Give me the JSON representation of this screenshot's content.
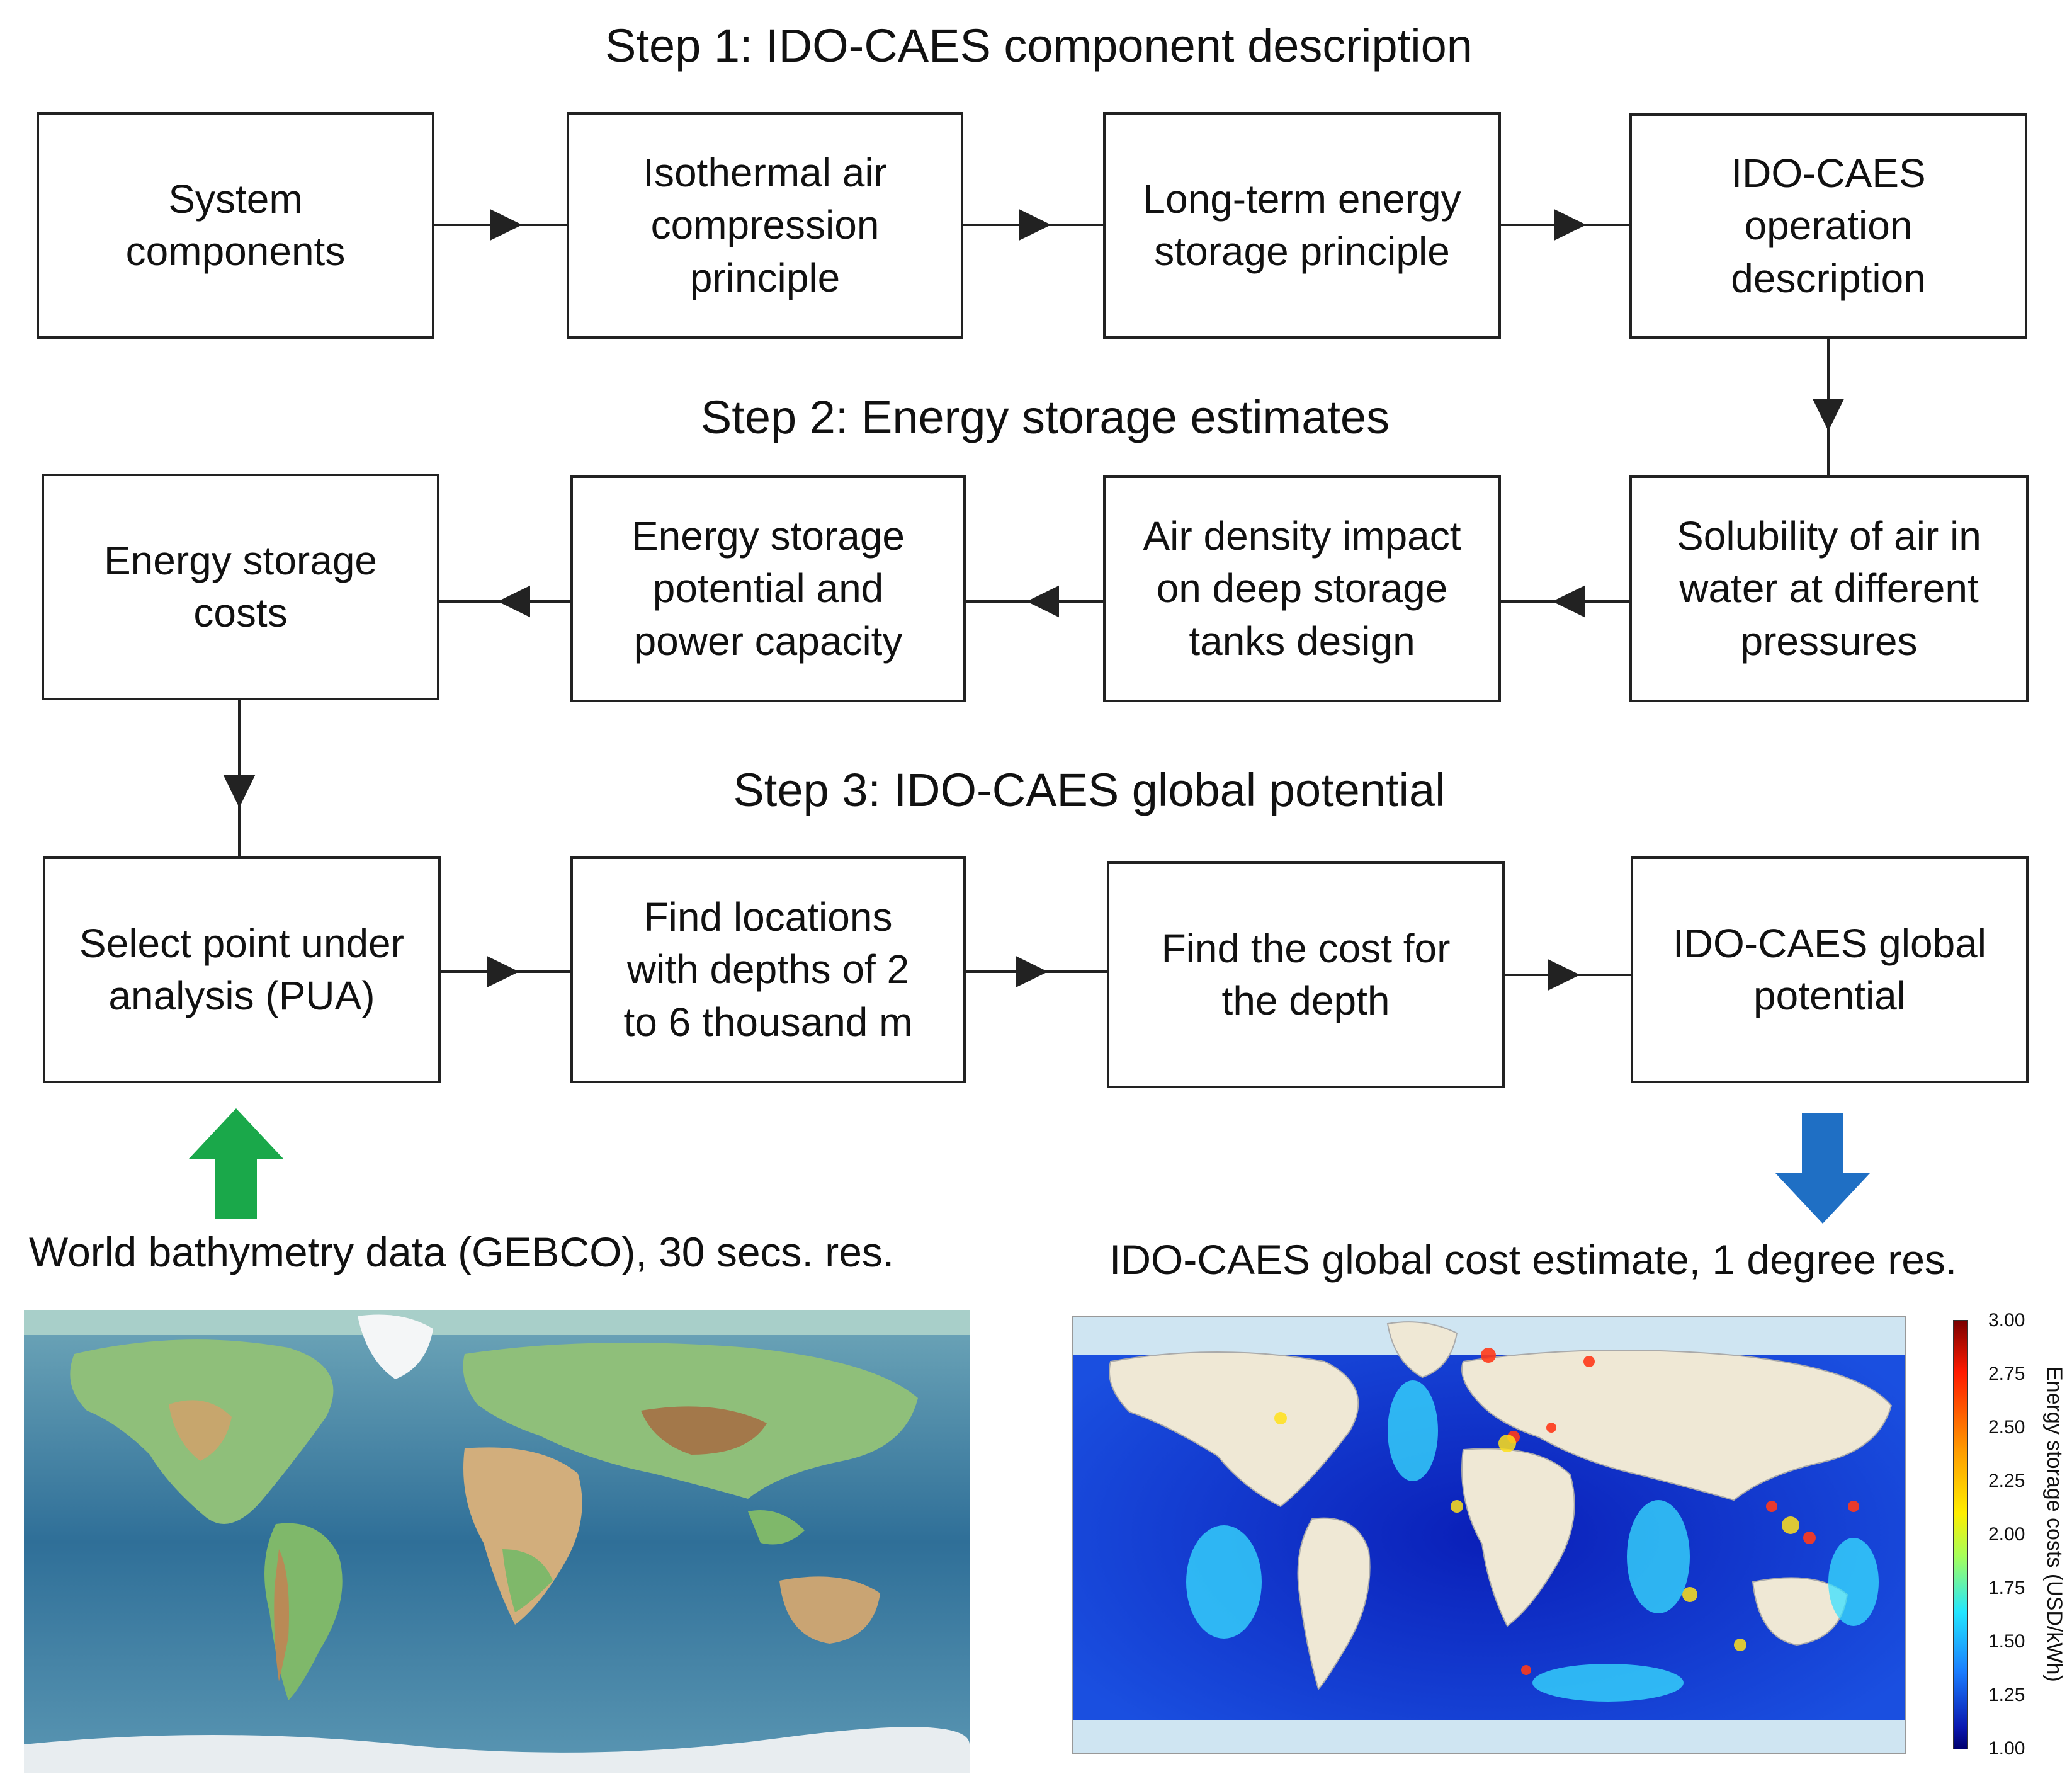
{
  "steps": {
    "step1": "Step 1: IDO-CAES component description",
    "step2": "Step 2: Energy storage estimates",
    "step3": "Step 3: IDO-CAES global potential"
  },
  "boxes": {
    "system_components": "System\ncomponents",
    "isothermal": "Isothermal air\ncompression\nprinciple",
    "long_term": "Long-term energy\nstorage principle",
    "operation": "IDO-CAES\noperation\ndescription",
    "solubility": "Solubility of air in\nwater at different\npressures",
    "air_density": "Air density impact\non deep storage\ntanks design",
    "storage_potential": "Energy storage\npotential and\npower capacity",
    "storage_costs": "Energy storage\ncosts",
    "select_point": "Select point under\nanalysis (PUA)",
    "find_locations": "Find locations\nwith depths of 2\nto 6 thousand m",
    "find_cost": "Find the cost for\nthe depth",
    "global_potential": "IDO-CAES global\npotential"
  },
  "captions": {
    "bathymetry": "World bathymetry data (GEBCO), 30 secs. res.",
    "cost_estimate": "IDO-CAES global cost estimate, 1 degree res."
  },
  "colorbar": {
    "label": "Energy storage costs (USD/kWh)",
    "ticks": [
      "3.00",
      "2.75",
      "2.50",
      "2.25",
      "2.00",
      "1.75",
      "1.50",
      "1.25",
      "1.00"
    ]
  },
  "colors": {
    "up_arrow": "#1aa84a",
    "down_arrow": "#1f6fc4",
    "box_border": "#222222"
  },
  "icons": {
    "up_arrow": "arrow-up-icon",
    "down_arrow": "arrow-down-icon"
  }
}
